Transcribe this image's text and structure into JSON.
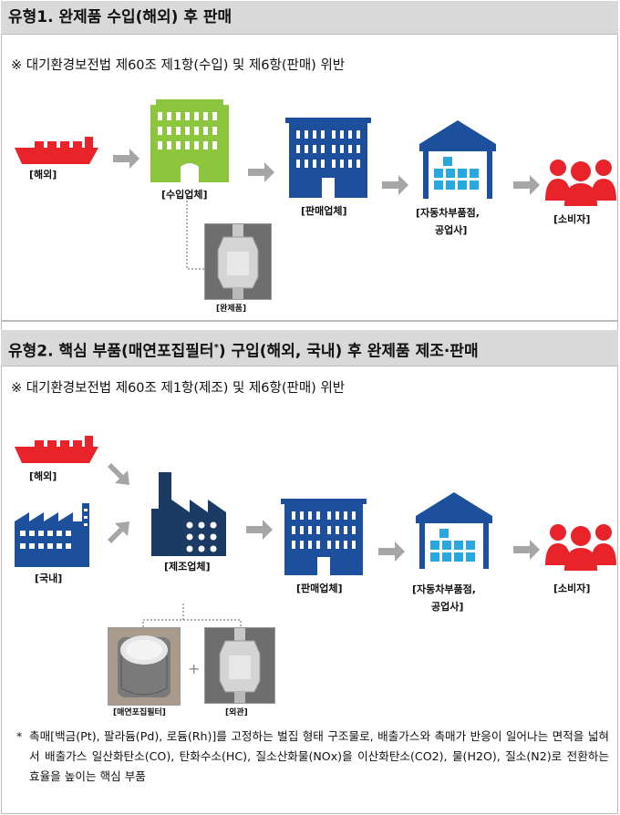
{
  "section1": {
    "title": "유형1. 완제품 수입(해외) 후 판매",
    "law": "※ 대기환경보전법 제60조 제1항(수입) 및 제6항(판매) 위반",
    "labels": {
      "overseas": "[해외]",
      "importer": "[수입업체]",
      "seller": "[판매업체]",
      "parts_store": "[자동차부품점,",
      "repair_shop": "공업사]",
      "consumer": "[소비자]",
      "finished": "[완제품]"
    }
  },
  "section2": {
    "title_main": "유형2. 핵심 부품(매연포집필터",
    "title_star": "*",
    "title_rest": ") 구입(해외, 국내) 후 완제품 제조·판매",
    "law": "※ 대기환경보전법 제60조 제1항(제조) 및 제6항(판매) 위반",
    "labels": {
      "overseas": "[해외]",
      "domestic": "[국내]",
      "manufacturer": "[제조업체]",
      "seller": "[판매업체]",
      "parts_store": "[자동차부품점,",
      "repair_shop": "공업사]",
      "consumer": "[소비자]",
      "filter": "[매연포집필터]",
      "exterior": "[외관]",
      "plus": "+"
    }
  },
  "footnote": {
    "star": "*",
    "text": "촉매[백금(Pt), 팔라듐(Pd), 로듐(Rh)]를 고정하는 벌집 형태 구조물로, 배출가스와 촉매가 반응이 일어나는 면적을 넓혀서 배출가스 일산화탄소(CO), 탄화수소(HC), 질소산화물(NOx)을 이산화탄소(CO2), 물(H2O), 질소(N2)로 전환하는 효율을 높이는 핵심 부품"
  },
  "colors": {
    "ship": "#e8232a",
    "importer": "#8cc63f",
    "building": "#1c4f9c",
    "warehouse_roof": "#1c4f9c",
    "boxes": "#29a8e0",
    "consumer": "#e8232a",
    "factory": "#1b3b64",
    "arrow": "#a6a6a6"
  }
}
